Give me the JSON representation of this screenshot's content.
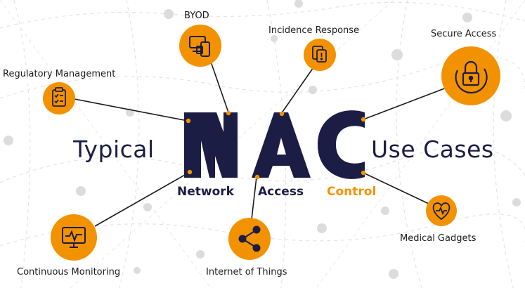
{
  "colors": {
    "accent": "#f39200",
    "navy": "#1b1d44",
    "connector": "#1a1a1a",
    "background_mesh": "#e6e6e6"
  },
  "center": {
    "title_left": "Typical",
    "title_right": "Use Cases",
    "acronym": [
      "N",
      "A",
      "C"
    ],
    "expansion": [
      {
        "word": "Network",
        "color": "#1b1d44"
      },
      {
        "word": "Access",
        "color": "#1b1d44"
      },
      {
        "word": "Control",
        "color": "#f39200"
      }
    ]
  },
  "use_cases": [
    {
      "id": "byod",
      "label": "BYOD",
      "icon": "devices-icon"
    },
    {
      "id": "incidence-response",
      "label": "Incidence Response",
      "icon": "alert-document-icon"
    },
    {
      "id": "secure-access",
      "label": "Secure Access",
      "icon": "lock-icon"
    },
    {
      "id": "regulatory-management",
      "label": "Regulatory Management",
      "icon": "clipboard-check-icon"
    },
    {
      "id": "medical-gadgets",
      "label": "Medical Gadgets",
      "icon": "heart-shield-icon"
    },
    {
      "id": "continuous-monitoring",
      "label": "Continuous Monitoring",
      "icon": "monitor-pulse-icon"
    },
    {
      "id": "internet-of-things",
      "label": "Internet of Things",
      "icon": "network-nodes-icon"
    }
  ]
}
